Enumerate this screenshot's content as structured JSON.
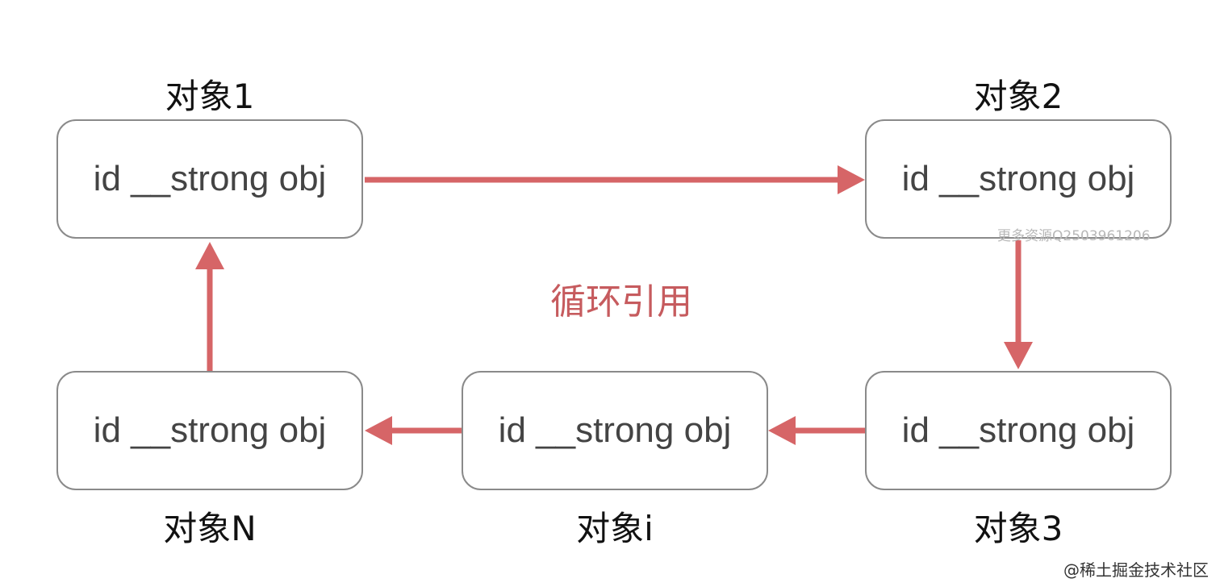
{
  "diagram": {
    "center_label": "循环引用",
    "node_text": "id __strong obj",
    "accent_color": "#d66567",
    "nodes": [
      {
        "id": "obj1",
        "caption": "对象1"
      },
      {
        "id": "obj2",
        "caption": "对象2"
      },
      {
        "id": "obj3",
        "caption": "对象3"
      },
      {
        "id": "obji",
        "caption": "对象i"
      },
      {
        "id": "objN",
        "caption": "对象N"
      }
    ],
    "edges": [
      {
        "from": "obj1",
        "to": "obj2"
      },
      {
        "from": "obj2",
        "to": "obj3"
      },
      {
        "from": "obj3",
        "to": "obji"
      },
      {
        "from": "obji",
        "to": "objN"
      },
      {
        "from": "objN",
        "to": "obj1"
      }
    ]
  },
  "watermarks": {
    "top": "更多资源Q2503961206",
    "bottom": "@稀土掘金技术社区"
  }
}
